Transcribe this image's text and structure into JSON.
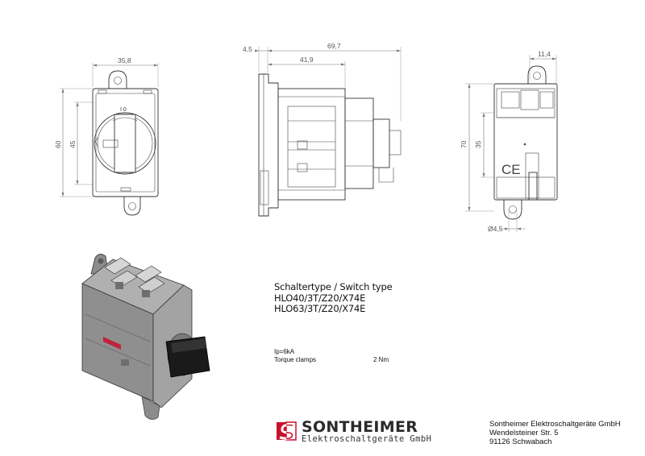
{
  "dimensions": {
    "front_width": "35,8",
    "front_height_outer": "60",
    "front_height_inner": "45",
    "side_offset": "4,5",
    "side_total": "69,7",
    "side_inner": "41,9",
    "rear_top": "11,4",
    "rear_height_outer": "70",
    "rear_height_inner": "35",
    "rear_hole": "Ø4,5"
  },
  "marks": {
    "ce": "CE"
  },
  "switch_type": {
    "heading": "Schaltertype / Switch type",
    "models": [
      "HLO40/3T/Z20/X74E",
      "HLO63/3T/Z20/X74E"
    ]
  },
  "specs": {
    "ip_label": "Ip=6kA",
    "torque_label": "Torque clamps",
    "torque_value": "2 Nm"
  },
  "company": {
    "brand": "SONTHEIMER",
    "brand_sub": "Elektroschaltgeräte GmbH",
    "address": [
      "Sontheimer Elektroschaltgeräte GmbH",
      "Wendelsteiner Str. 5",
      "91126 Schwabach"
    ]
  },
  "colors": {
    "logo_red": "#c8102e",
    "handle_black": "#1a1a1a",
    "body_grey": "#9a9a9a"
  }
}
